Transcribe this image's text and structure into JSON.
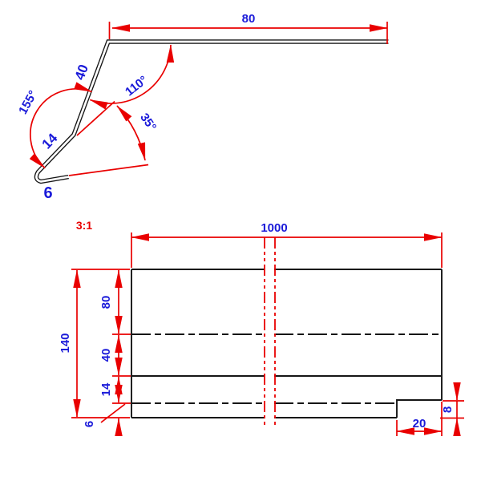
{
  "drawing": {
    "scale_label": "3:1",
    "colors": {
      "dimension_lines": "#e90000",
      "dimension_text": "#1a1ad9",
      "geometry_lines": "#161616"
    }
  },
  "profile_view": {
    "dim_top_flange": "80",
    "dim_web": "40",
    "dim_lower_leg": "14",
    "dim_hem": "6",
    "angle_flange_to_web": "110°",
    "angle_web_to_leg": "155°",
    "angle_hem": "35°"
  },
  "flat_pattern_view": {
    "dim_overall_length": "1000",
    "dim_overall_width": "140",
    "dim_strip_top": "80",
    "dim_strip_mid": "40",
    "dim_strip_lower": "14",
    "dim_strip_hem": "6",
    "dim_notch_width": "20",
    "dim_notch_depth": "8"
  }
}
